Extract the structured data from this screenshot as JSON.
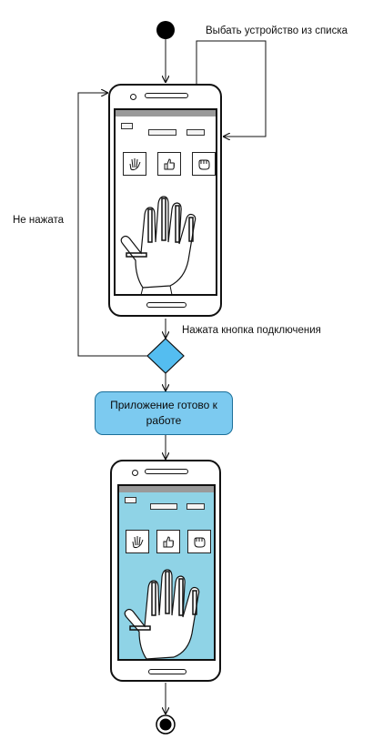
{
  "labels": {
    "select_device": "Выбать устройство из списка",
    "not_pressed": "Не нажата",
    "connect_pressed": "Нажата кнопка подключения",
    "app_ready": "Приложение готово к работе"
  },
  "colors": {
    "process_fill": "#7ccaf0",
    "process_border": "#1b6f99",
    "ready_screen_bg": "#8fd3e6",
    "decision_fill": "#54bdf0"
  },
  "icons": [
    "hand-open-icon",
    "thumbs-up-icon",
    "fist-icon"
  ]
}
